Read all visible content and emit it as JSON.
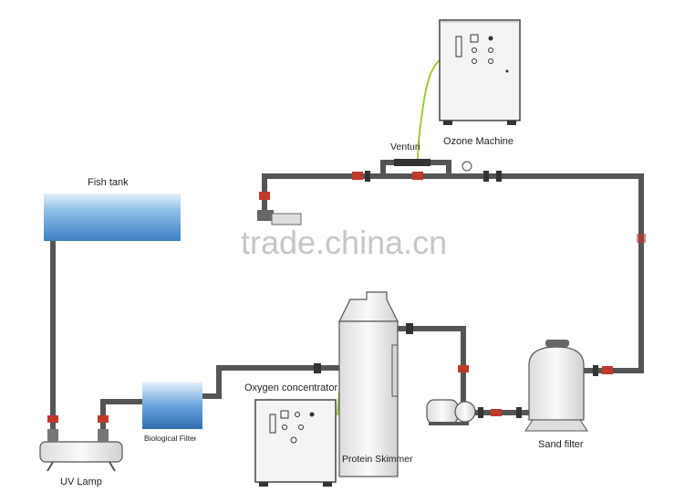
{
  "labels": {
    "fish_tank": "Fish tank",
    "ozone_machine": "Ozone Machine",
    "venturi": "Venturi",
    "uv_lamp": "UV Lamp",
    "biological_filter": "Biological Filter",
    "oxygen_concentrator": "Oxygen concentrator",
    "protein_skimmer": "Protein Skimmer",
    "sand_filter": "Sand filter"
  },
  "watermark": "trade.china.cn",
  "colors": {
    "pipe": "#555555",
    "pipe_dark": "#3a3a3a",
    "valve_red": "#c0392b",
    "water_blue": "#4a90d6",
    "air_line": "#9acd32",
    "machine_fill": "#f2f2f2",
    "machine_stroke": "#444444"
  }
}
